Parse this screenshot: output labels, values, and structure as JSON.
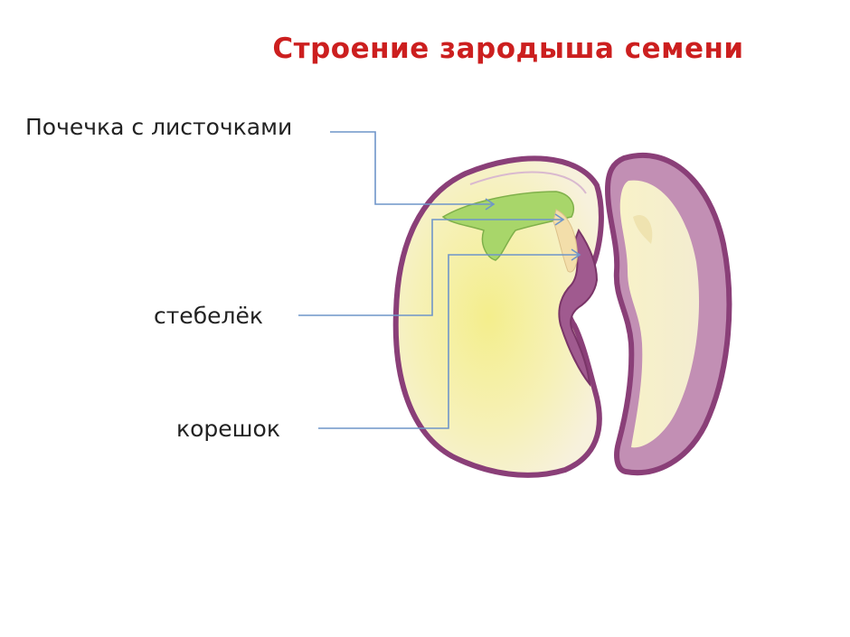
{
  "title": "Строение зародыша семени",
  "labels": {
    "bud": "Почечка с листочками",
    "stem": "стебелёк",
    "root": "корешок"
  },
  "colors": {
    "title": "#cc1f1f",
    "seed_coat": "#8a3f78",
    "cotyledon_fill": "#f8f3c4",
    "cotyledon_center": "#f6f09a",
    "right_half_fill": "#c28fb4",
    "embryo_leaf": "#a8d66a",
    "pointer_line": "#6f95c9"
  }
}
